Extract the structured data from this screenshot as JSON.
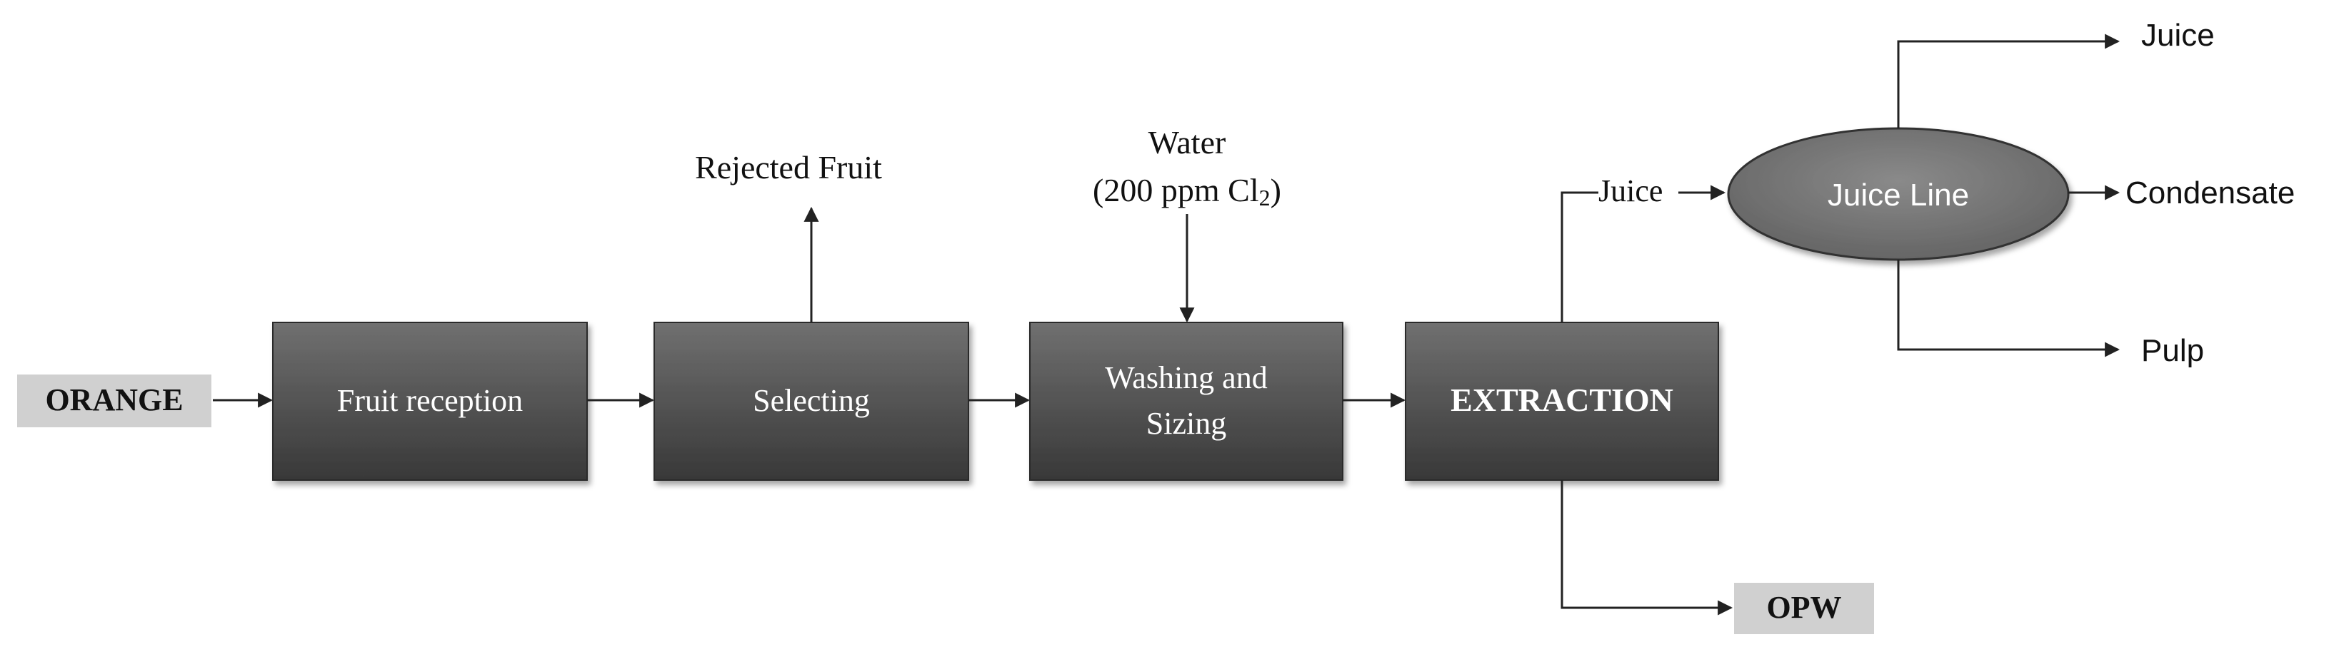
{
  "diagram": {
    "input": {
      "label": "ORANGE"
    },
    "steps": [
      {
        "label": "Fruit reception"
      },
      {
        "label": "Selecting"
      },
      {
        "label_line1": "Washing and",
        "label_line2": "Sizing"
      },
      {
        "label": "EXTRACTION"
      }
    ],
    "juice_line": {
      "label": "Juice Line"
    },
    "flows": {
      "rejected": "Rejected Fruit",
      "water_line1": "Water",
      "water_line2_main": "(200 ppm Cl",
      "water_line2_sub": "2",
      "water_line2_end": ")",
      "juice_in": "Juice",
      "juice_out": "Juice",
      "condensate": "Condensate",
      "pulp": "Pulp",
      "opw": "OPW"
    },
    "colors": {
      "box_fill_top": "#6e6e6e",
      "box_fill_bottom": "#3a3a3a",
      "box_text": "#ffffff",
      "tag_fill": "#d0d0d0",
      "ellipse_fill": "#7a7a7a",
      "line": "#222222"
    }
  }
}
